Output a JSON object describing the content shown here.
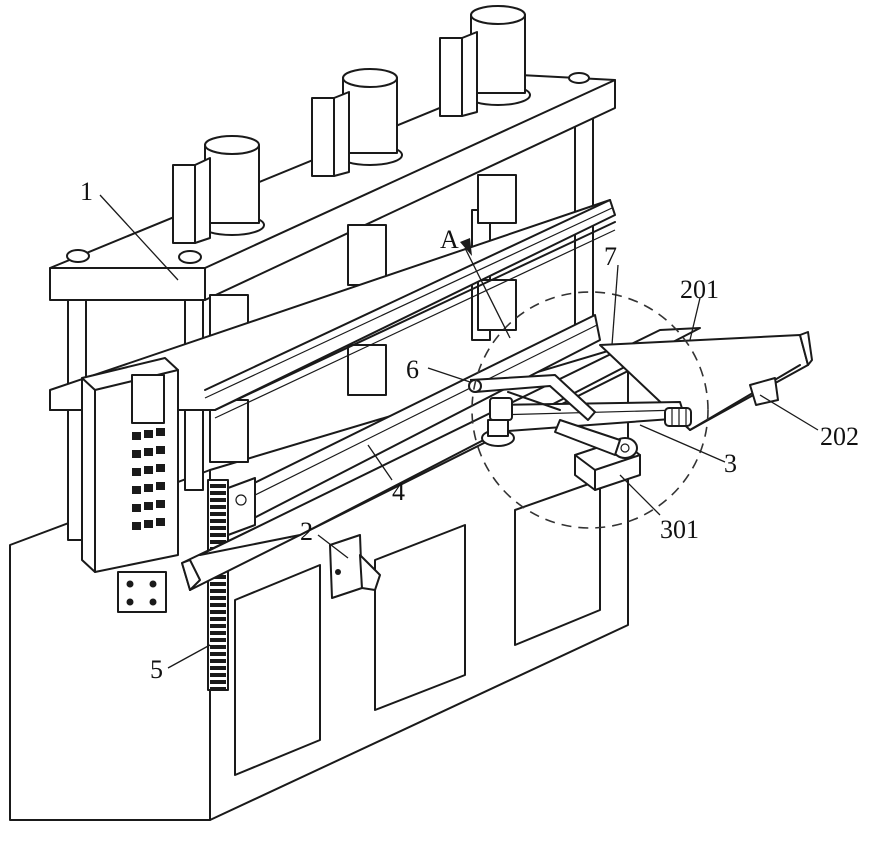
{
  "labels": {
    "l1": "1",
    "l2": "2",
    "l3": "3",
    "l4": "4",
    "l5": "5",
    "l6": "6",
    "l7": "7",
    "lA": "A",
    "l201": "201",
    "l202": "202",
    "l301": "301"
  }
}
